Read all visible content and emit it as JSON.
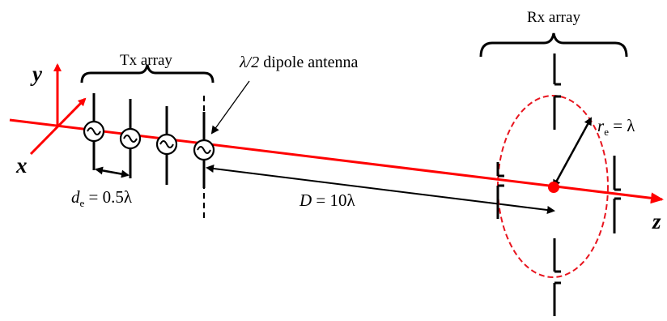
{
  "colors": {
    "axis": "#ff0000",
    "element": "#000000",
    "ring": "#e8141e"
  },
  "labels": {
    "tx_array": "Tx array",
    "rx_array": "Rx array",
    "dipole_prefix": "λ/2",
    "dipole_suffix": " dipole antenna",
    "axis_x": "x",
    "axis_y": "y",
    "axis_z": "z",
    "de_d": "d",
    "de_sub": "e",
    "de_value": " = 0.5λ",
    "D_var": "D",
    "D_value": " = 10λ",
    "re_r": "r",
    "re_sub": "e",
    "re_value": " = λ"
  },
  "icons": {
    "source": "ac-source-icon",
    "arrow": "arrow-icon"
  }
}
